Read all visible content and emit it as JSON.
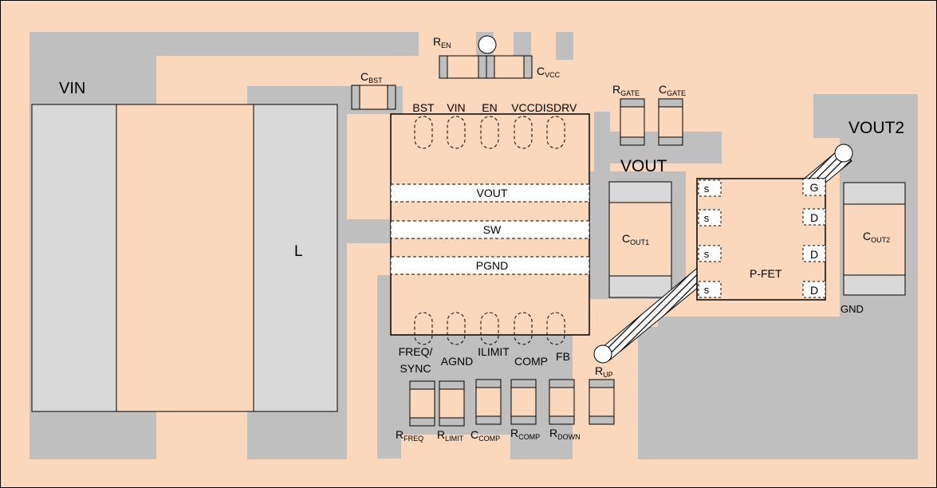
{
  "colors": {
    "board": "#fbd8bc",
    "copper": "#bfbfbf",
    "component": "#d9d9d9",
    "pad": "#ffffff",
    "outline": "#000000"
  },
  "net_labels": {
    "vin": "VIN",
    "vout": "VOUT",
    "vout2": "VOUT2",
    "gnd": "GND",
    "inductor": "L"
  },
  "ic": {
    "top_pins": [
      "BST",
      "VIN",
      "EN",
      "VCC",
      "DISDRV"
    ],
    "bottom_pins": [
      {
        "line1": "FREQ/",
        "line2": "SYNC"
      },
      {
        "line1": "AGND",
        "line2": ""
      },
      {
        "line1": "ILIMIT",
        "line2": ""
      },
      {
        "line1": "COMP",
        "line2": ""
      },
      {
        "line1": "FB",
        "line2": ""
      }
    ],
    "pads": [
      "VOUT",
      "SW",
      "PGND"
    ]
  },
  "components": {
    "r_en": {
      "main": "R",
      "sub": "EN"
    },
    "c_vcc": {
      "main": "C",
      "sub": "VCC"
    },
    "c_bst": {
      "main": "C",
      "sub": "BST"
    },
    "r_gate": {
      "main": "R",
      "sub": "GATE"
    },
    "c_gate": {
      "main": "C",
      "sub": "GATE"
    },
    "c_out1": {
      "main": "C",
      "sub": "OUT1"
    },
    "c_out2": {
      "main": "C",
      "sub": "OUT2"
    },
    "r_up": {
      "main": "R",
      "sub": "UP"
    },
    "r_freq": {
      "main": "R",
      "sub": "FREQ"
    },
    "r_limit": {
      "main": "R",
      "sub": "LIMIT"
    },
    "c_comp": {
      "main": "C",
      "sub": "COMP"
    },
    "r_comp": {
      "main": "R",
      "sub": "COMP"
    },
    "r_down": {
      "main": "R",
      "sub": "DOWN"
    }
  },
  "pfet": {
    "label": "P-FET",
    "source_pins": [
      "s",
      "s",
      "s",
      "s"
    ],
    "gate_pin": "G",
    "drain_pins": [
      "D",
      "D",
      "D"
    ]
  }
}
